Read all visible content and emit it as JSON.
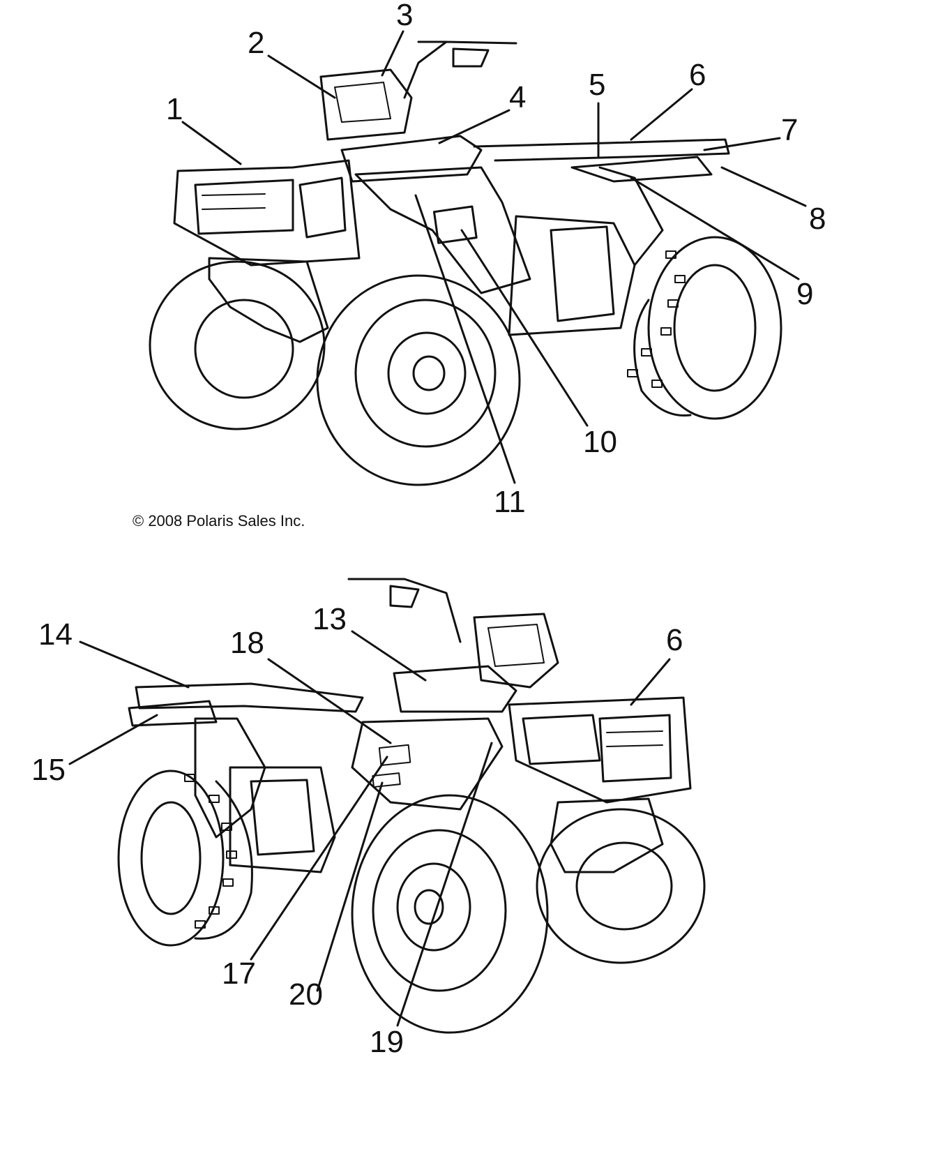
{
  "copyright": "© 2008 Polaris Sales Inc.",
  "top_view": {
    "callouts": [
      "1",
      "2",
      "3",
      "4",
      "5",
      "6",
      "7",
      "8",
      "9",
      "10",
      "11"
    ]
  },
  "bottom_view": {
    "callouts": [
      "14",
      "18",
      "13",
      "6",
      "15",
      "17",
      "20",
      "19"
    ]
  }
}
